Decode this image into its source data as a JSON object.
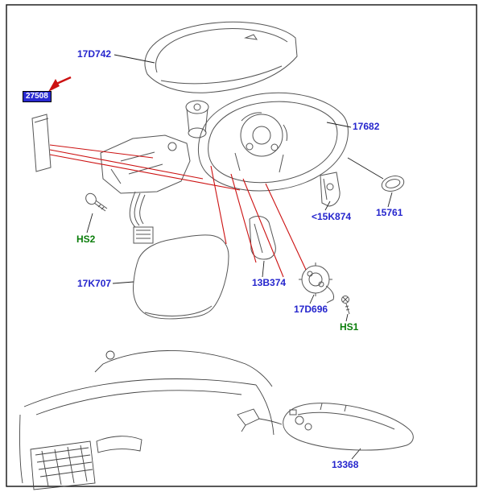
{
  "labels": {
    "cover": "17D742",
    "selected": "27508",
    "housing": "17682",
    "bracket": "<15K874",
    "cap": "15761",
    "hs2": "HS2",
    "glass": "17K707",
    "pillar": "13B374",
    "motor": "17D696",
    "hs1": "HS1",
    "repeater_lamp": "13368"
  },
  "colors": {
    "part_label": "#2525cd",
    "hardware_label": "#0a7d0a",
    "callout": "#cc1111",
    "selected_bg": "#2a2ad2",
    "artwork_line": "#555555"
  }
}
